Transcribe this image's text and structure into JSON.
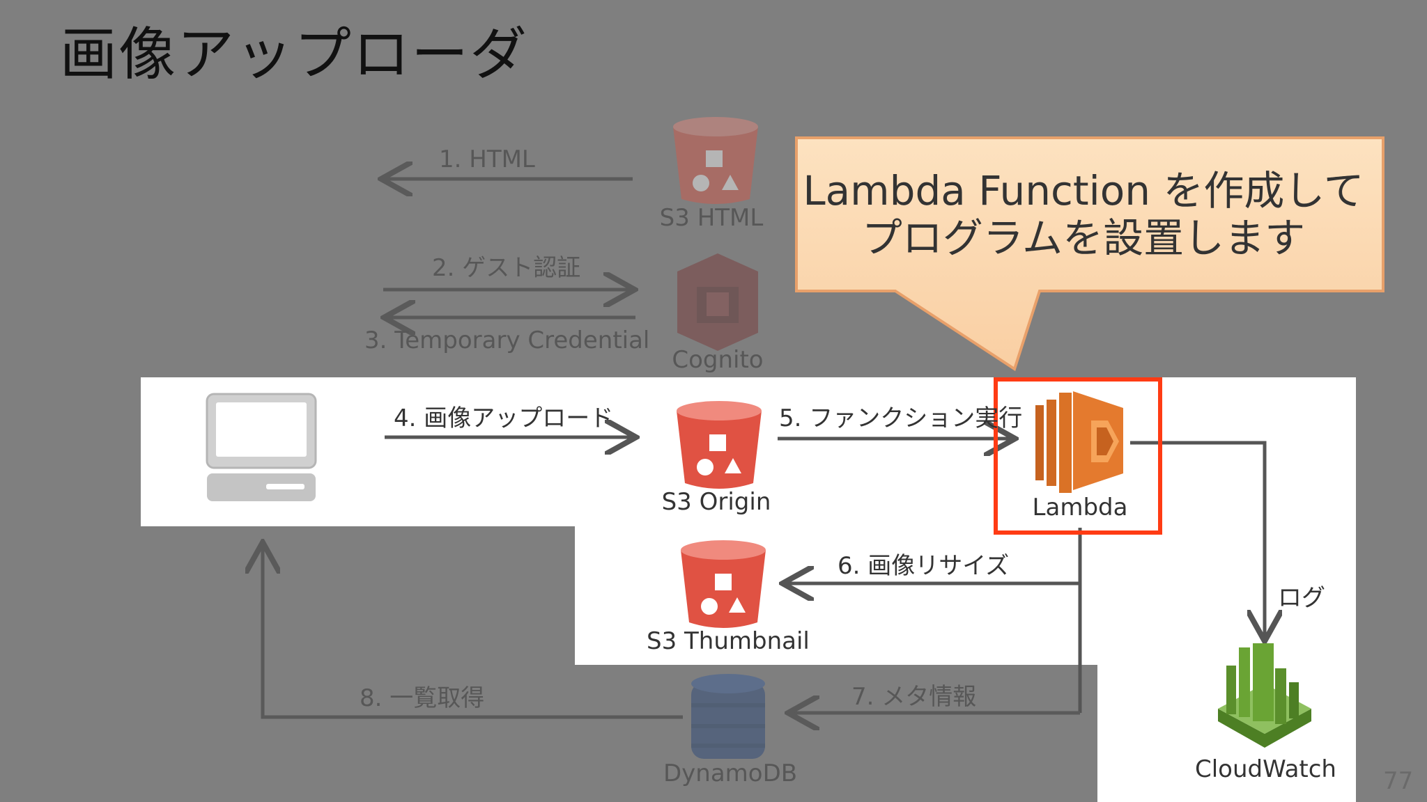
{
  "slide": {
    "title": "画像アップローダ",
    "page_number": "77"
  },
  "callout": {
    "line1": "Lambda Function を作成して",
    "line2": "プログラムを設置します"
  },
  "services": {
    "s3_html": "S3 HTML",
    "cognito": "Cognito",
    "s3_origin": "S3 Origin",
    "lambda": "Lambda",
    "s3_thumbnail": "S3 Thumbnail",
    "dynamodb": "DynamoDB",
    "cloudwatch": "CloudWatch"
  },
  "flows": {
    "step1": "1. HTML",
    "step2": "2. ゲスト認証",
    "step3": "3. Temporary Credential",
    "step4": "4. 画像アップロード",
    "step5": "5. ファンクション実行",
    "step6": "6. 画像リサイズ",
    "step7": "7. メタ情報",
    "step8": "8. 一覧取得",
    "log": "ログ"
  },
  "colors": {
    "background_dim": "#7f7f7f",
    "highlight_panel": "#ffffff",
    "s3_red": "#e05243",
    "lambda_orange": "#e47a2e",
    "cloudwatch_green": "#6aa434",
    "highlight_border": "#ff3b14",
    "callout_fill": "#fbd9b3",
    "callout_border": "#e8a06a"
  }
}
